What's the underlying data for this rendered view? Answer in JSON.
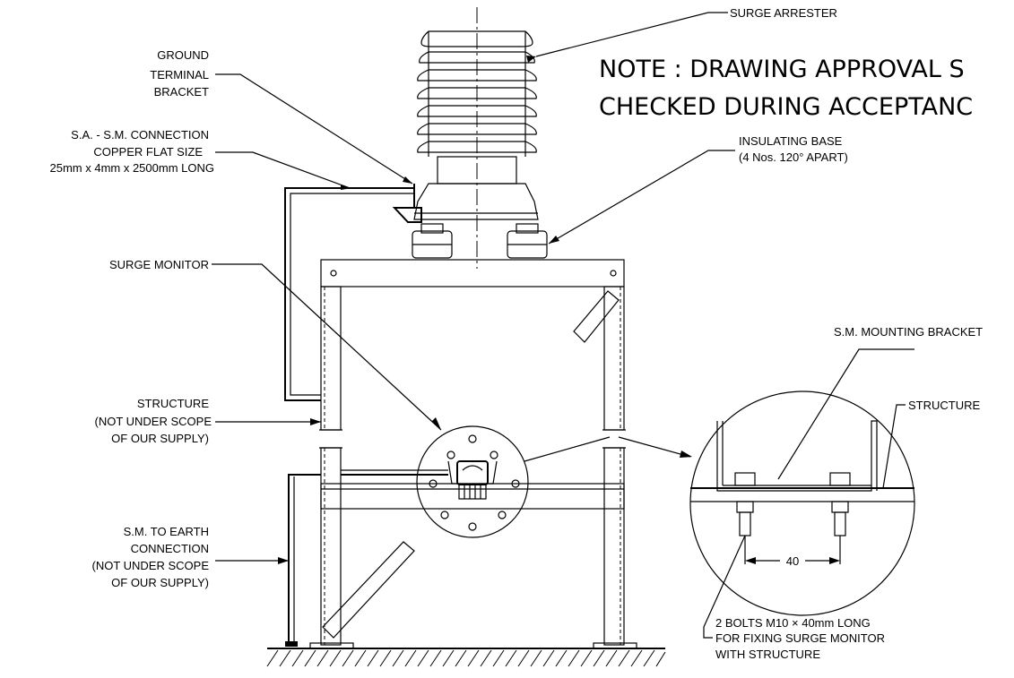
{
  "labels": {
    "surge_arrester": "SURGE ARRESTER",
    "ground_terminal": [
      "GROUND",
      "TERMINAL",
      "BRACKET"
    ],
    "connection": [
      "S.A. - S.M. CONNECTION",
      "COPPER FLAT SIZE",
      "25mm x 4mm x 2500mm LONG"
    ],
    "insulating_base": [
      "INSULATING BASE",
      "(4 Nos. 120° APART)"
    ],
    "surge_monitor": "SURGE MONITOR",
    "structure_left": [
      "STRUCTURE",
      "(NOT UNDER SCOPE",
      "OF OUR SUPPLY)"
    ],
    "earth_connection": [
      "S.M. TO EARTH",
      "CONNECTION",
      "(NOT UNDER SCOPE",
      "OF OUR SUPPLY)"
    ],
    "sm_bracket": "S.M. MOUNTING BRACKET",
    "structure_right": "STRUCTURE",
    "dimension": "40",
    "bolts": [
      "2 BOLTS M10 × 40mm LONG",
      "FOR FIXING SURGE MONITOR",
      "WITH STRUCTURE"
    ]
  },
  "note": [
    "NOTE : DRAWING APPROVAL S",
    "CHECKED DURING ACCEPTANC"
  ]
}
